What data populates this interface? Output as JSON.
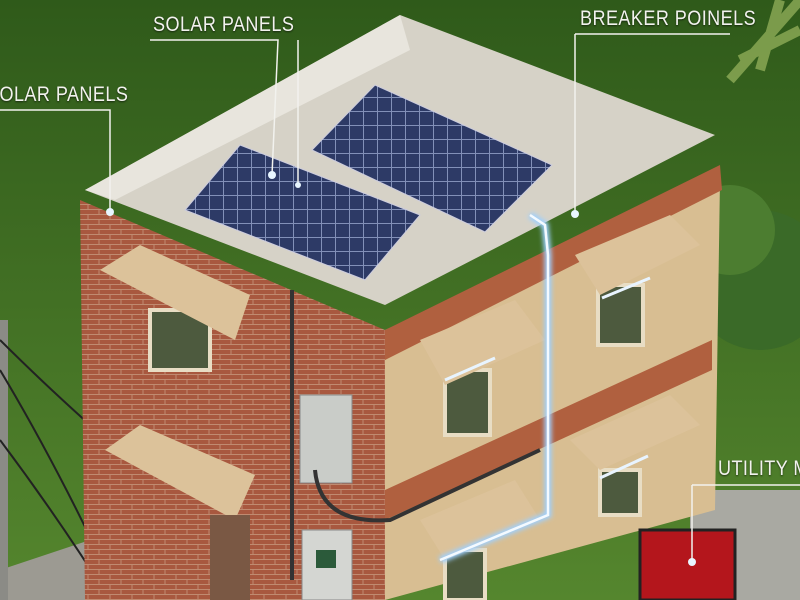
{
  "callouts": [
    {
      "id": "solar-panels-top",
      "text": "SOLAR PANELS"
    },
    {
      "id": "solar-panels-left",
      "text": "SOLAR PANELS"
    },
    {
      "id": "breaker-panels",
      "text": "BREAKER POINELS"
    },
    {
      "id": "utility-meter",
      "text": "UTILITY M"
    }
  ],
  "colors": {
    "grass": "#3f6e22",
    "brick": "#a5573f",
    "stucco": "#d9bf93",
    "roof": "#d5d1c6",
    "panel": "#2d3a66",
    "wire_glow": "#cfe6ff",
    "callout": "#f2f2ee"
  }
}
